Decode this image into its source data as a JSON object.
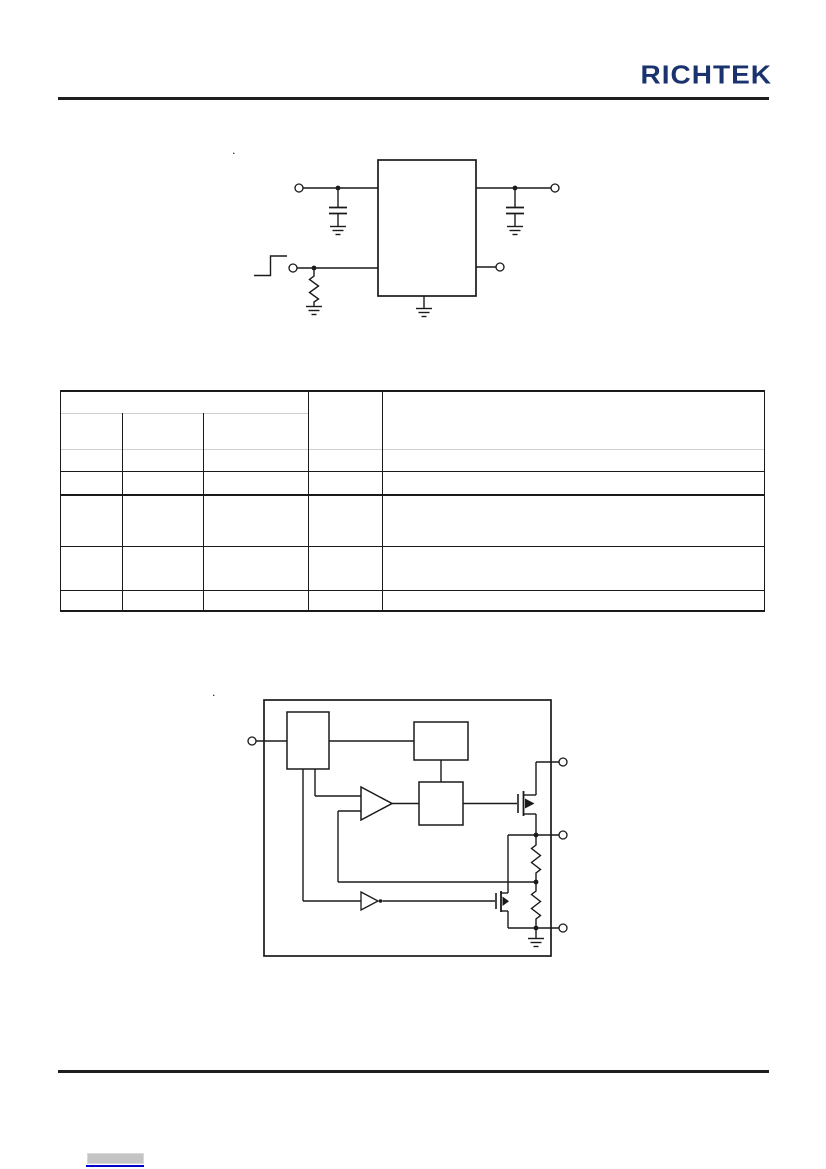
{
  "header": {
    "logo_text": "RICHTEK",
    "logo_color": "#1A336E",
    "rule_color": "#1F1F1F"
  },
  "application_circuit": {
    "stray_mark": ".",
    "description": "typical application circuit: IC block with input capacitor to ground, enable pin with pull-down resistor and rising-step signal, output capacitor to ground, IC ground pin",
    "terminals": [
      "input-terminal",
      "enable-terminal",
      "output-terminal",
      "right-lower-terminal"
    ]
  },
  "pin_table": {
    "visible_text": "",
    "note_structure": "empty bordered table: merged header over three sub-columns, two more columns, five body rows"
  },
  "block_diagram": {
    "stray_mark": ".",
    "description": "function block diagram: input block, two logic blocks, error amplifier, inverter, pass PMOS, discharge NMOS, feedback resistor divider, three right-side terminals, ground"
  },
  "footer": {
    "link_highlight_color": "#C4C4C4",
    "link_underline_color": "#0000CC",
    "rule_color": "#1F1F1F"
  },
  "colors": {
    "line": "#1a1a1a",
    "table_light_line": "#CFCFCF",
    "background": "#FFFFFF"
  }
}
